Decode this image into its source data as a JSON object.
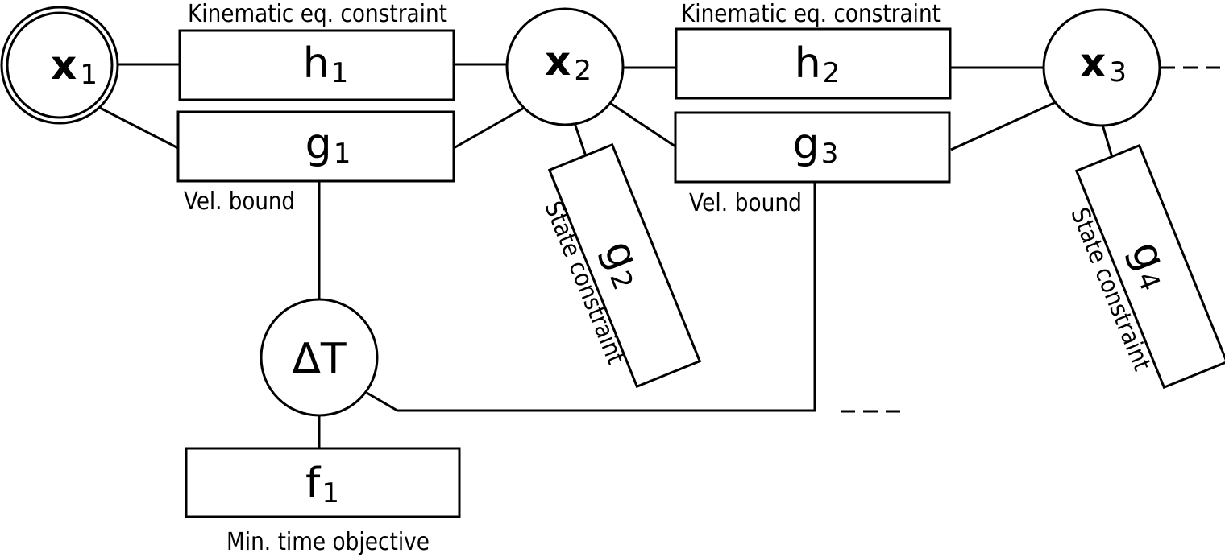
{
  "factor_graph": {
    "variables": {
      "x1": {
        "base": "x",
        "sub": "1"
      },
      "x2": {
        "base": "x",
        "sub": "2"
      },
      "x3": {
        "base": "x",
        "sub": "3"
      },
      "dt": {
        "label": "ΔT"
      }
    },
    "factors": {
      "h1": {
        "base": "h",
        "sub": "1",
        "annotation": "Kinematic eq. constraint"
      },
      "g1": {
        "base": "g",
        "sub": "1",
        "annotation": "Vel. bound"
      },
      "h2": {
        "base": "h",
        "sub": "2",
        "annotation": "Kinematic eq. constraint"
      },
      "g3": {
        "base": "g",
        "sub": "3",
        "annotation": "Vel. bound"
      },
      "g2": {
        "base": "g",
        "sub": "2",
        "annotation": "State constraint"
      },
      "g4": {
        "base": "g",
        "sub": "4",
        "annotation": "State constraint"
      },
      "f1": {
        "base": "f",
        "sub": "1",
        "annotation": "Min. time objective"
      }
    }
  }
}
